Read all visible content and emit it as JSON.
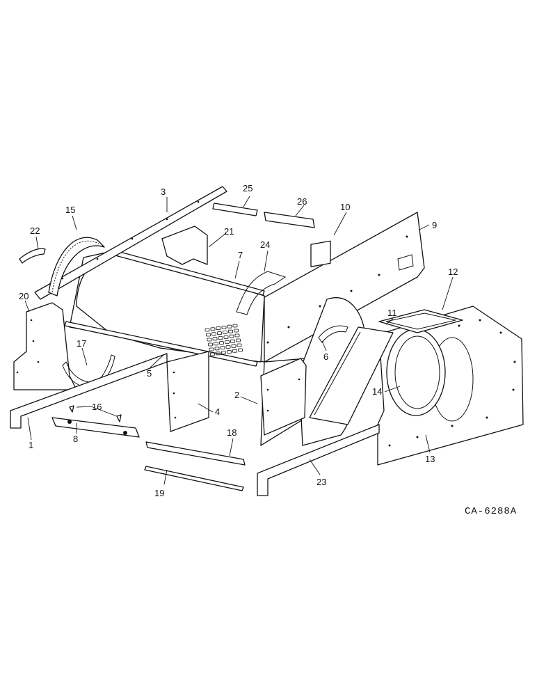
{
  "drawing_code": "CA-6288A",
  "callouts": [
    "1",
    "2",
    "3",
    "4",
    "5",
    "6",
    "7",
    "8",
    "9",
    "10",
    "11",
    "12",
    "13",
    "14",
    "15",
    "16",
    "17",
    "18",
    "19",
    "20",
    "21",
    "22",
    "23",
    "24",
    "25",
    "26"
  ]
}
